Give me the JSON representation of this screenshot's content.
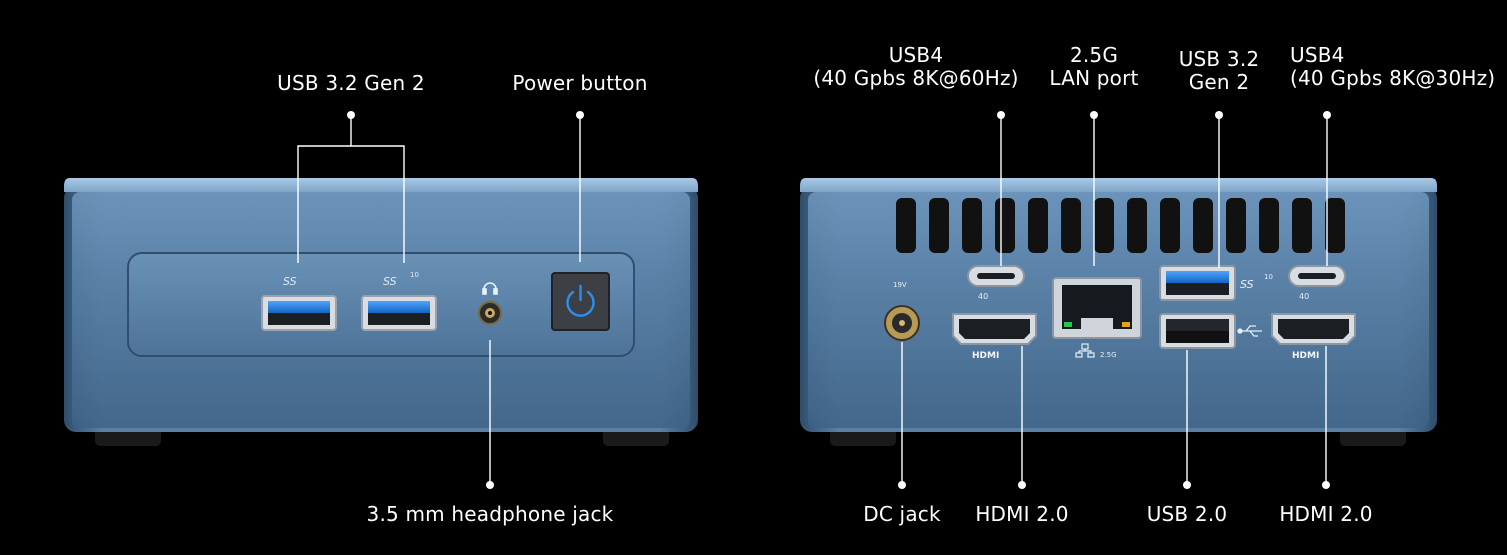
{
  "front": {
    "usb32_label": "USB 3.2 Gen 2",
    "power_label": "Power button",
    "headphone_label": "3.5 mm headphone jack",
    "port_mark_usb": "SS",
    "port_mark_num": "10"
  },
  "rear": {
    "usb4_left_line1": "USB4",
    "usb4_left_line2": "(40 Gpbs 8K@60Hz)",
    "lan_line1": "2.5G",
    "lan_line2": "LAN port",
    "usb32_line1": "USB 3.2",
    "usb32_line2": "Gen 2",
    "usb4_right_line1": "USB4",
    "usb4_right_line2": "(40 Gpbs 8K@30Hz)",
    "dc_label": "DC jack",
    "hdmi_left_label": "HDMI 2.0",
    "usb20_label": "USB 2.0",
    "hdmi_right_label": "HDMI 2.0",
    "dc_rating": "19V",
    "lan_mark": "2.5G",
    "hdmi_mark": "HDMI",
    "usbc_mark": "40",
    "ss_mark": "SS",
    "ss_num": "10"
  },
  "colors": {
    "chassis_light": "#8fb6d8",
    "chassis_dark": "#3e6386",
    "accent_blue": "#1e78d2",
    "background": "#000000",
    "leader": "#ffffff"
  }
}
